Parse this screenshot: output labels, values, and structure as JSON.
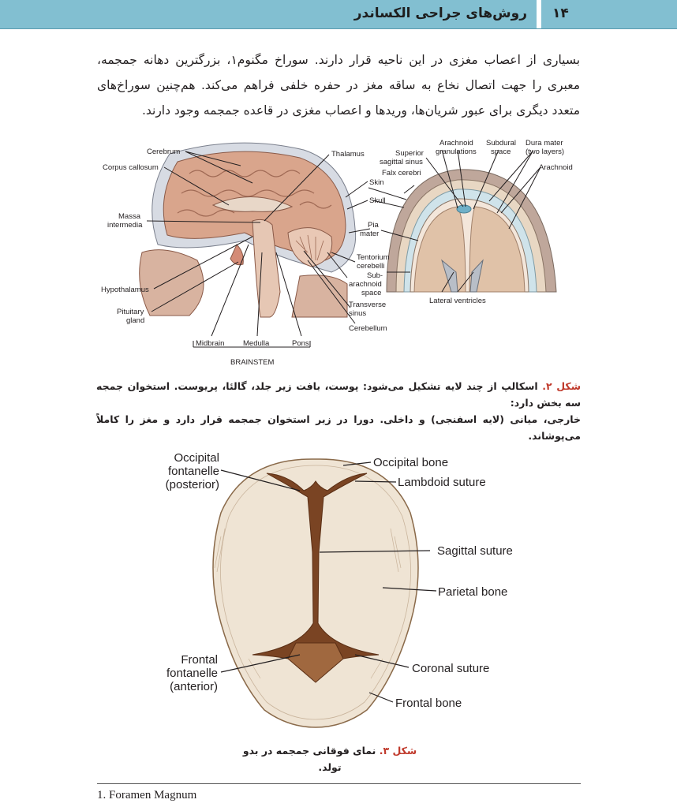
{
  "header": {
    "title": "روش‌های جراحی الکساندر",
    "page_number": "۱۴"
  },
  "body_text": "بسیاری از اعصاب مغزی در این ناحیه قرار دارند. سوراخ مگنوم۱، بزرگترین دهانه جمجمه، معبری را جهت اتصال نخاع به ساقه مغز در حفره خلفی فراهم می‌کند. هم‌چنین سوراخ‌های متعدد دیگری برای عبور شریان‌ها، وریدها و اعصاب مغزی در قاعده جمجمه وجود دارند.",
  "figure2": {
    "labels": {
      "cerebrum": "Cerebrum",
      "corpus_callosum": "Corpus callosum",
      "massa": "Massa",
      "intermedia": "intermedia",
      "hypothalamus": "Hypothalamus",
      "pituitary": "Pituitary",
      "gland": "gland",
      "thalamus": "Thalamus",
      "skin": "Skin",
      "skull": "Skull",
      "pia": "Pia",
      "mater": "mater",
      "tentorium": "Tentorium",
      "cerebelli": "cerebelli",
      "sub": "Sub-",
      "arachnoid_l": "arachnoid",
      "space": "space",
      "transverse": "Transverse",
      "sinus": "sinus",
      "cerebellum": "Cerebellum",
      "midbrain": "Midbrain",
      "medulla": "Medulla",
      "pons": "Pons",
      "brainstem": "BRAINSTEM",
      "superior": "Superior",
      "sagittal_sinus": "sagittal sinus",
      "arachnoid_top": "Arachnoid",
      "granulations": "granulations",
      "subdural": "Subdural",
      "space2": "space",
      "dura": "Dura mater",
      "two_layers": "(two layers)",
      "arachnoid": "Arachnoid",
      "falx": "Falx cerebri",
      "lateral": "Lateral ventricles"
    },
    "caption_label": "شکل ۲.",
    "caption_line1": "اسکالپ از چند لایه تشکیل می‌شود: پوست، بافت زیر جلد، گالئا، پریوست. استخوان جمجه سه بخش دارد:",
    "caption_line2": "خارجی، میانی (لایه اسفنجی) و داخلی. دورا در زیر استخوان جمجمه قرار دارد و مغز را کاملاً می‌پوشاند."
  },
  "figure3": {
    "labels": {
      "occipital_fontanelle_1": "Occipital",
      "occipital_fontanelle_2": "fontanelle",
      "occipital_fontanelle_3": "(posterior)",
      "occipital_bone": "Occipital bone",
      "lambdoid": "Lambdoid suture",
      "sagittal": "Sagittal suture",
      "parietal": "Parietal bone",
      "frontal_fontanelle_1": "Frontal",
      "frontal_fontanelle_2": "fontanelle",
      "frontal_fontanelle_3": "(anterior)",
      "coronal": "Coronal suture",
      "frontal_bone": "Frontal bone"
    },
    "caption_label": "شکل ۳.",
    "caption_text": "نمای فوقانی جمجمه در بدو تولد."
  },
  "footnote": "1. Foramen Magnum",
  "colors": {
    "header": "#82bfd1",
    "caption_label": "#c0392b",
    "bone": "#efe4d4",
    "suture": "#6b3a1a",
    "brain": "#d9a58c"
  }
}
